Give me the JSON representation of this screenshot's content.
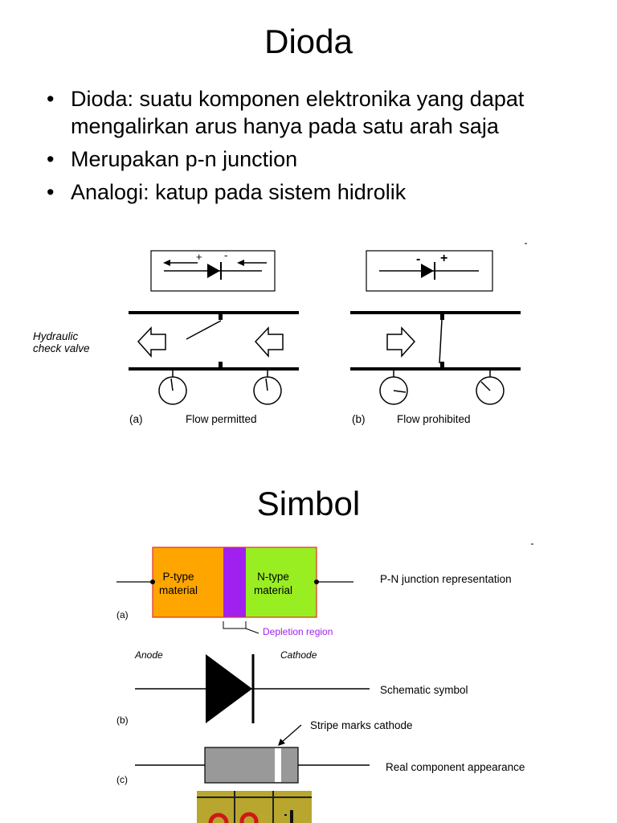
{
  "slide1": {
    "title": "Dioda",
    "bullets": [
      "Dioda: suatu komponen elektronika yang dapat mengalirkan arus hanya pada satu arah saja",
      "Merupakan p-n junction",
      "Analogi: katup pada sistem hidrolik"
    ],
    "figure": {
      "side_label": "Hydraulic\ncheck valve",
      "panel_a_letter": "(a)",
      "panel_a_caption": "Flow permitted",
      "panel_b_letter": "(b)",
      "panel_b_caption": "Flow prohibited",
      "a_plus": "+",
      "a_minus": "-",
      "b_minus": "-",
      "b_plus": "+"
    }
  },
  "slide2": {
    "title": "Simbol",
    "figure": {
      "p_type": "P-type\nmaterial",
      "n_type": "N-type\nmaterial",
      "pn_caption": "P-N junction representation",
      "a_letter": "(a)",
      "depletion": "Depletion region",
      "anode": "Anode",
      "cathode": "Cathode",
      "schematic_caption": "Schematic symbol",
      "b_letter": "(b)",
      "stripe_caption": "Stripe marks cathode",
      "real_caption": "Real component appearance",
      "c_letter": "(c)",
      "colors": {
        "p_type": "#ffa500",
        "depletion": "#a020f0",
        "n_type": "#99ee22",
        "depletion_text": "#a020f0",
        "body": "#999999",
        "photo": "#b8a62e"
      }
    }
  }
}
